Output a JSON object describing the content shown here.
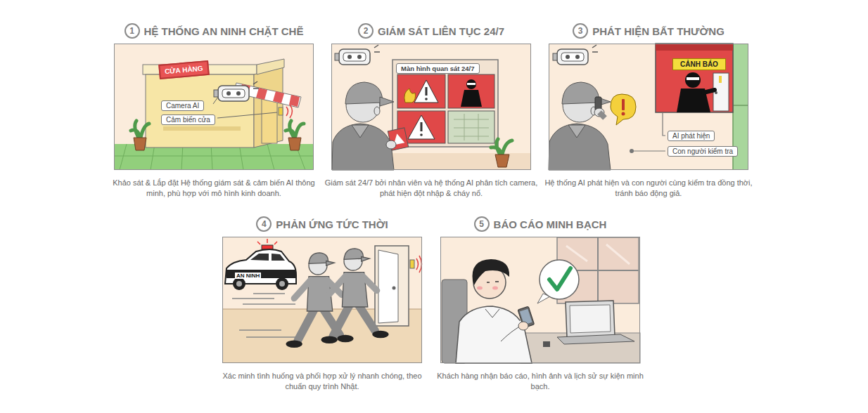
{
  "diagram": {
    "nodes": [
      {
        "text": [
          "HỆ THỐNG AN NINH CHẶT CHẼ",
          "Khảo sát & Lắp đặt Hệ thống giám sát & cảm biến AI thông minh, phù hợp với mô hình kinh doanh."
        ]
      },
      {
        "text": [
          "CỬA HÀNG"
        ],
        "in": 0
      },
      {
        "text": [
          "Camera AI"
        ],
        "in": 0
      },
      {
        "text": [
          "Cảm biến cửa"
        ],
        "in": 0
      },
      {
        "text": [
          "GIÁM SÁT LIÊN TỤC 24/7",
          "Giám sát 24/7 bởi nhân viên và hệ thống AI phân tích camera, phát hiện đột nhập & cháy nổ."
        ]
      },
      {
        "text": [
          "Màn hình quan sát 24/7"
        ],
        "in": 4
      },
      {
        "text": [
          "PHÁT HIỆN BẤT THƯỜNG",
          "Hệ thống AI phát hiện và con người cùng kiểm tra đồng thời, tránh báo động giả."
        ]
      },
      {
        "text": [
          "CẢNH BÁO"
        ],
        "in": 6
      },
      {
        "text": [
          "AI phát hiện"
        ],
        "in": 6
      },
      {
        "text": [
          "Con người kiểm tra"
        ],
        "in": 6
      },
      {
        "text": [
          "PHẢN ỨNG TỨC THỜI",
          "Xác minh tình huống và phối hợp xử lý nhanh chóng, theo chuẩn quy trình Nhật."
        ]
      },
      {
        "text": [
          "BÁO CÁO MINH BẠCH",
          "Khách hàng nhận báo cáo, hình ảnh và lịch sử sự kiện minh bạch."
        ]
      }
    ],
    "labels": [
      "1",
      "2",
      "3",
      "4",
      "5",
      "AN NINH"
    ]
  }
}
